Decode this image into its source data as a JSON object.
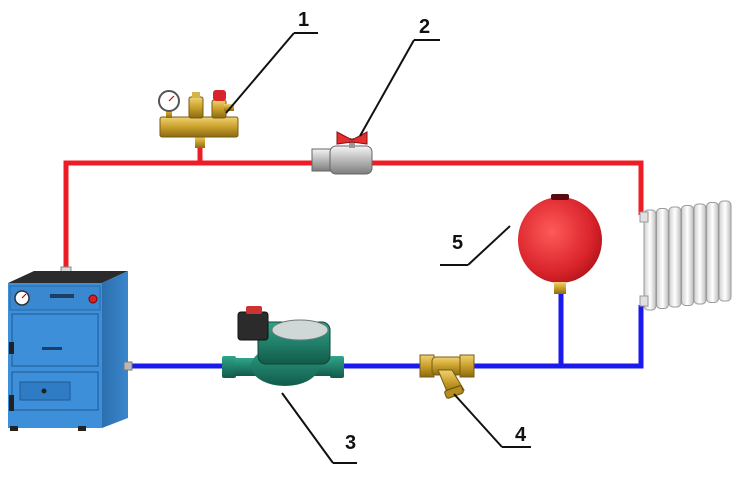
{
  "diagram": {
    "callouts": [
      {
        "number": "1",
        "component": "safety-group"
      },
      {
        "number": "2",
        "component": "ball-valve"
      },
      {
        "number": "3",
        "component": "circulation-pump"
      },
      {
        "number": "4",
        "component": "strainer-filter"
      },
      {
        "number": "5",
        "component": "expansion-tank"
      }
    ],
    "colors": {
      "supply_pipe": "#ee1c25",
      "return_pipe": "#1a1aee",
      "boiler_body": "#3d8fd9",
      "pump_body": "#1d7a66",
      "tank_body": "#d8232a",
      "brass": "#c9a02a",
      "radiator": "#e6e6e6"
    }
  }
}
